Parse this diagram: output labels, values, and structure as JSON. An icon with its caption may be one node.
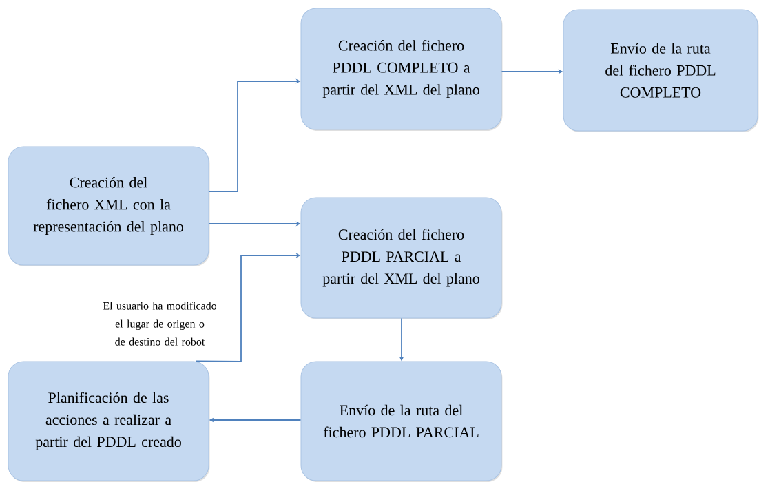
{
  "diagram": {
    "nodes": [
      {
        "text": [
          "Creación del fichero XML con la representación del plano"
        ]
      },
      {
        "text": [
          "Creación del fichero PDDL COMPLETO a partir del XML del plano"
        ]
      },
      {
        "text": [
          "Envío de la ruta del fichero PDDL COMPLETO"
        ]
      },
      {
        "text": [
          "Creación del fichero PDDL PARCIAL a partir del XML del plano"
        ]
      },
      {
        "text": [
          "Envío de la ruta del fichero PDDL PARCIAL"
        ]
      },
      {
        "text": [
          "Planificación de las acciones a realizar a partir del PDDL creado"
        ]
      }
    ],
    "edges": [
      {
        "from": 0,
        "to": 1,
        "arrow": "to"
      },
      {
        "from": 1,
        "to": 2,
        "arrow": "to"
      },
      {
        "from": 0,
        "to": 3,
        "arrow": "to"
      },
      {
        "from": 3,
        "to": 4,
        "arrow": "to"
      },
      {
        "from": 4,
        "to": 5,
        "arrow": "to"
      },
      {
        "from": 5,
        "to": 3,
        "arrow": "to",
        "label": "El usuario ha modificado el lugar de origen o de destino del robot"
      }
    ]
  }
}
